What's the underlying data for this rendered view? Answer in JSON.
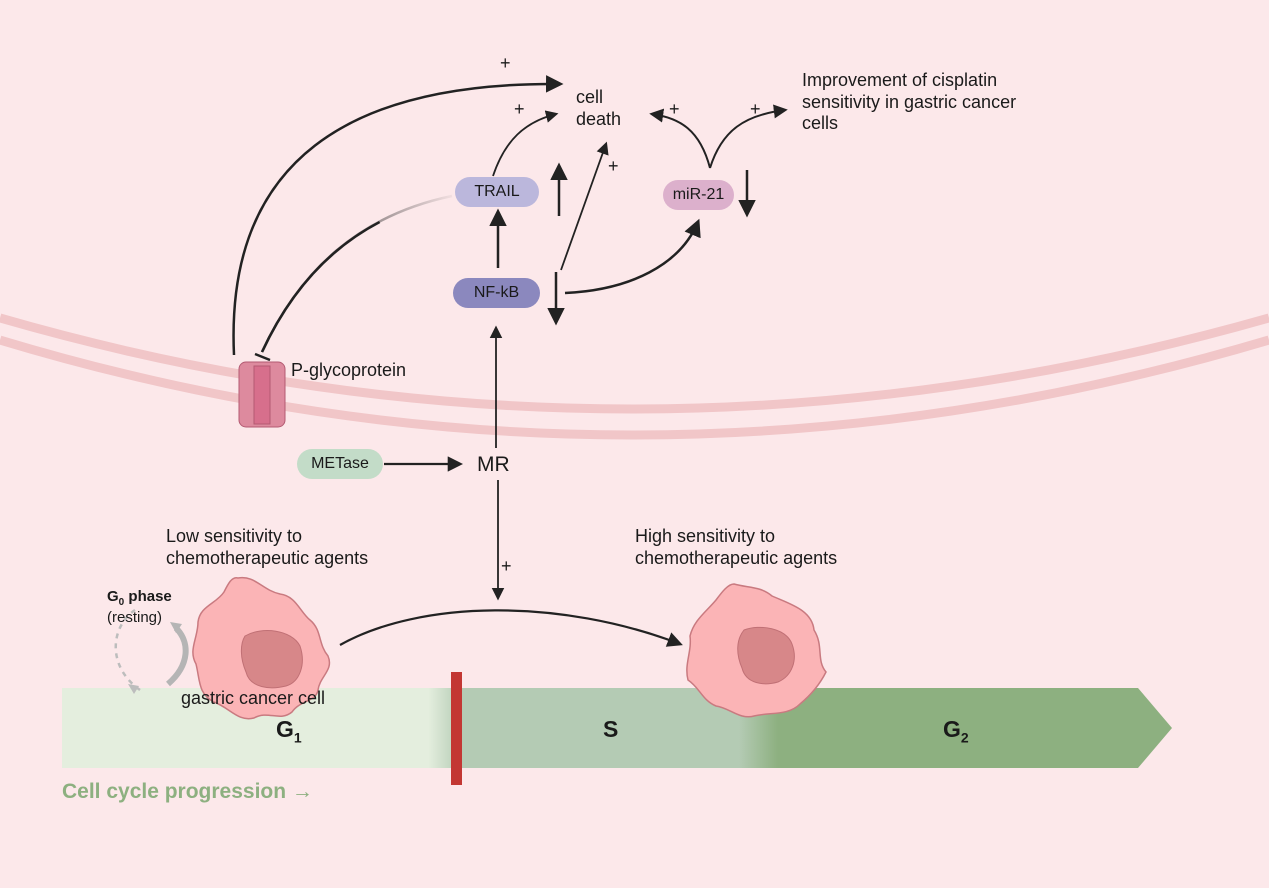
{
  "colors": {
    "background": "#fce8ea",
    "membrane": "#f1c6c8",
    "arrow": "#222222",
    "trail_pill": "#bbb7dc",
    "nfkb_pill": "#8b88be",
    "mir21_pill": "#dcb0cc",
    "metase_pill": "#c3dcc8",
    "g1_phase": "#e4eede",
    "s_phase": "#b4cbb4",
    "g2_phase": "#8db080",
    "checkpoint": "#c33733",
    "cell_body": "#fbb4b6",
    "cell_nucleus": "#d78789",
    "pgp": "#d9788f",
    "progression_text": "#8db080"
  },
  "nodes": {
    "cell_death": [
      "cell",
      "death"
    ],
    "improvement": [
      "Improvement of cisplatin",
      "sensitivity in gastric cancer",
      "cells"
    ],
    "trail": "TRAIL",
    "nfkb": "NF-kB",
    "mir21": "miR-21",
    "metase": "METase",
    "mr": "MR",
    "pgp": "P-glycoprotein"
  },
  "signs": {
    "plus": "+"
  },
  "cells": {
    "low": [
      "Low sensitivity to",
      "chemotherapeutic agents"
    ],
    "high": [
      "High sensitivity to",
      "chemotherapeutic agents"
    ],
    "label": "gastric cancer cell"
  },
  "g0": {
    "title": "G",
    "sub": "0",
    "suffix": " phase",
    "note": "(resting)"
  },
  "phases": [
    {
      "name": "G",
      "sub": "1"
    },
    {
      "name": "S",
      "sub": ""
    },
    {
      "name": "G",
      "sub": "2"
    }
  ],
  "progression_label": "Cell cycle progression →"
}
